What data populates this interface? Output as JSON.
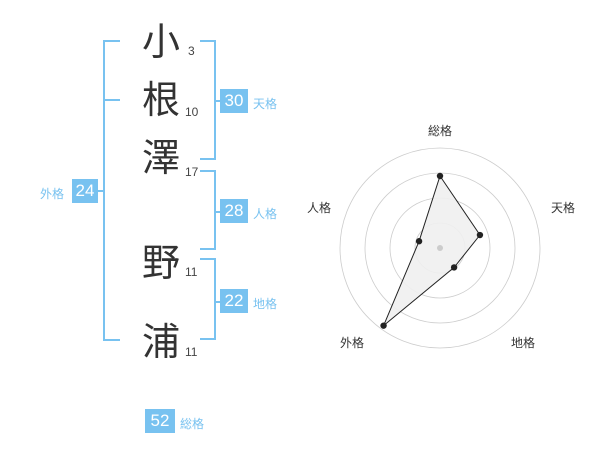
{
  "name": {
    "chars": [
      {
        "char": "小",
        "strokes": "3"
      },
      {
        "char": "根",
        "strokes": "10"
      },
      {
        "char": "澤",
        "strokes": "17"
      },
      {
        "char": "野",
        "strokes": "11"
      },
      {
        "char": "浦",
        "strokes": "11"
      }
    ]
  },
  "fortunes": {
    "tenkaku": {
      "value": "30",
      "label": "天格"
    },
    "jinkaku": {
      "value": "28",
      "label": "人格"
    },
    "chikaku": {
      "value": "22",
      "label": "地格"
    },
    "gaikaku": {
      "value": "24",
      "label": "外格"
    },
    "soukaku": {
      "value": "52",
      "label": "総格"
    }
  },
  "colors": {
    "accent": "#78c2f0",
    "text": "#333333",
    "polygon_fill": "#f0f0f0",
    "ring": "#cccccc"
  },
  "chart_data": {
    "type": "radar",
    "axes": [
      "総格",
      "天格",
      "地格",
      "外格",
      "人格"
    ],
    "values": [
      0.72,
      0.42,
      0.24,
      0.96,
      0.22
    ],
    "ylim": [
      0,
      1
    ],
    "rings": 4
  }
}
